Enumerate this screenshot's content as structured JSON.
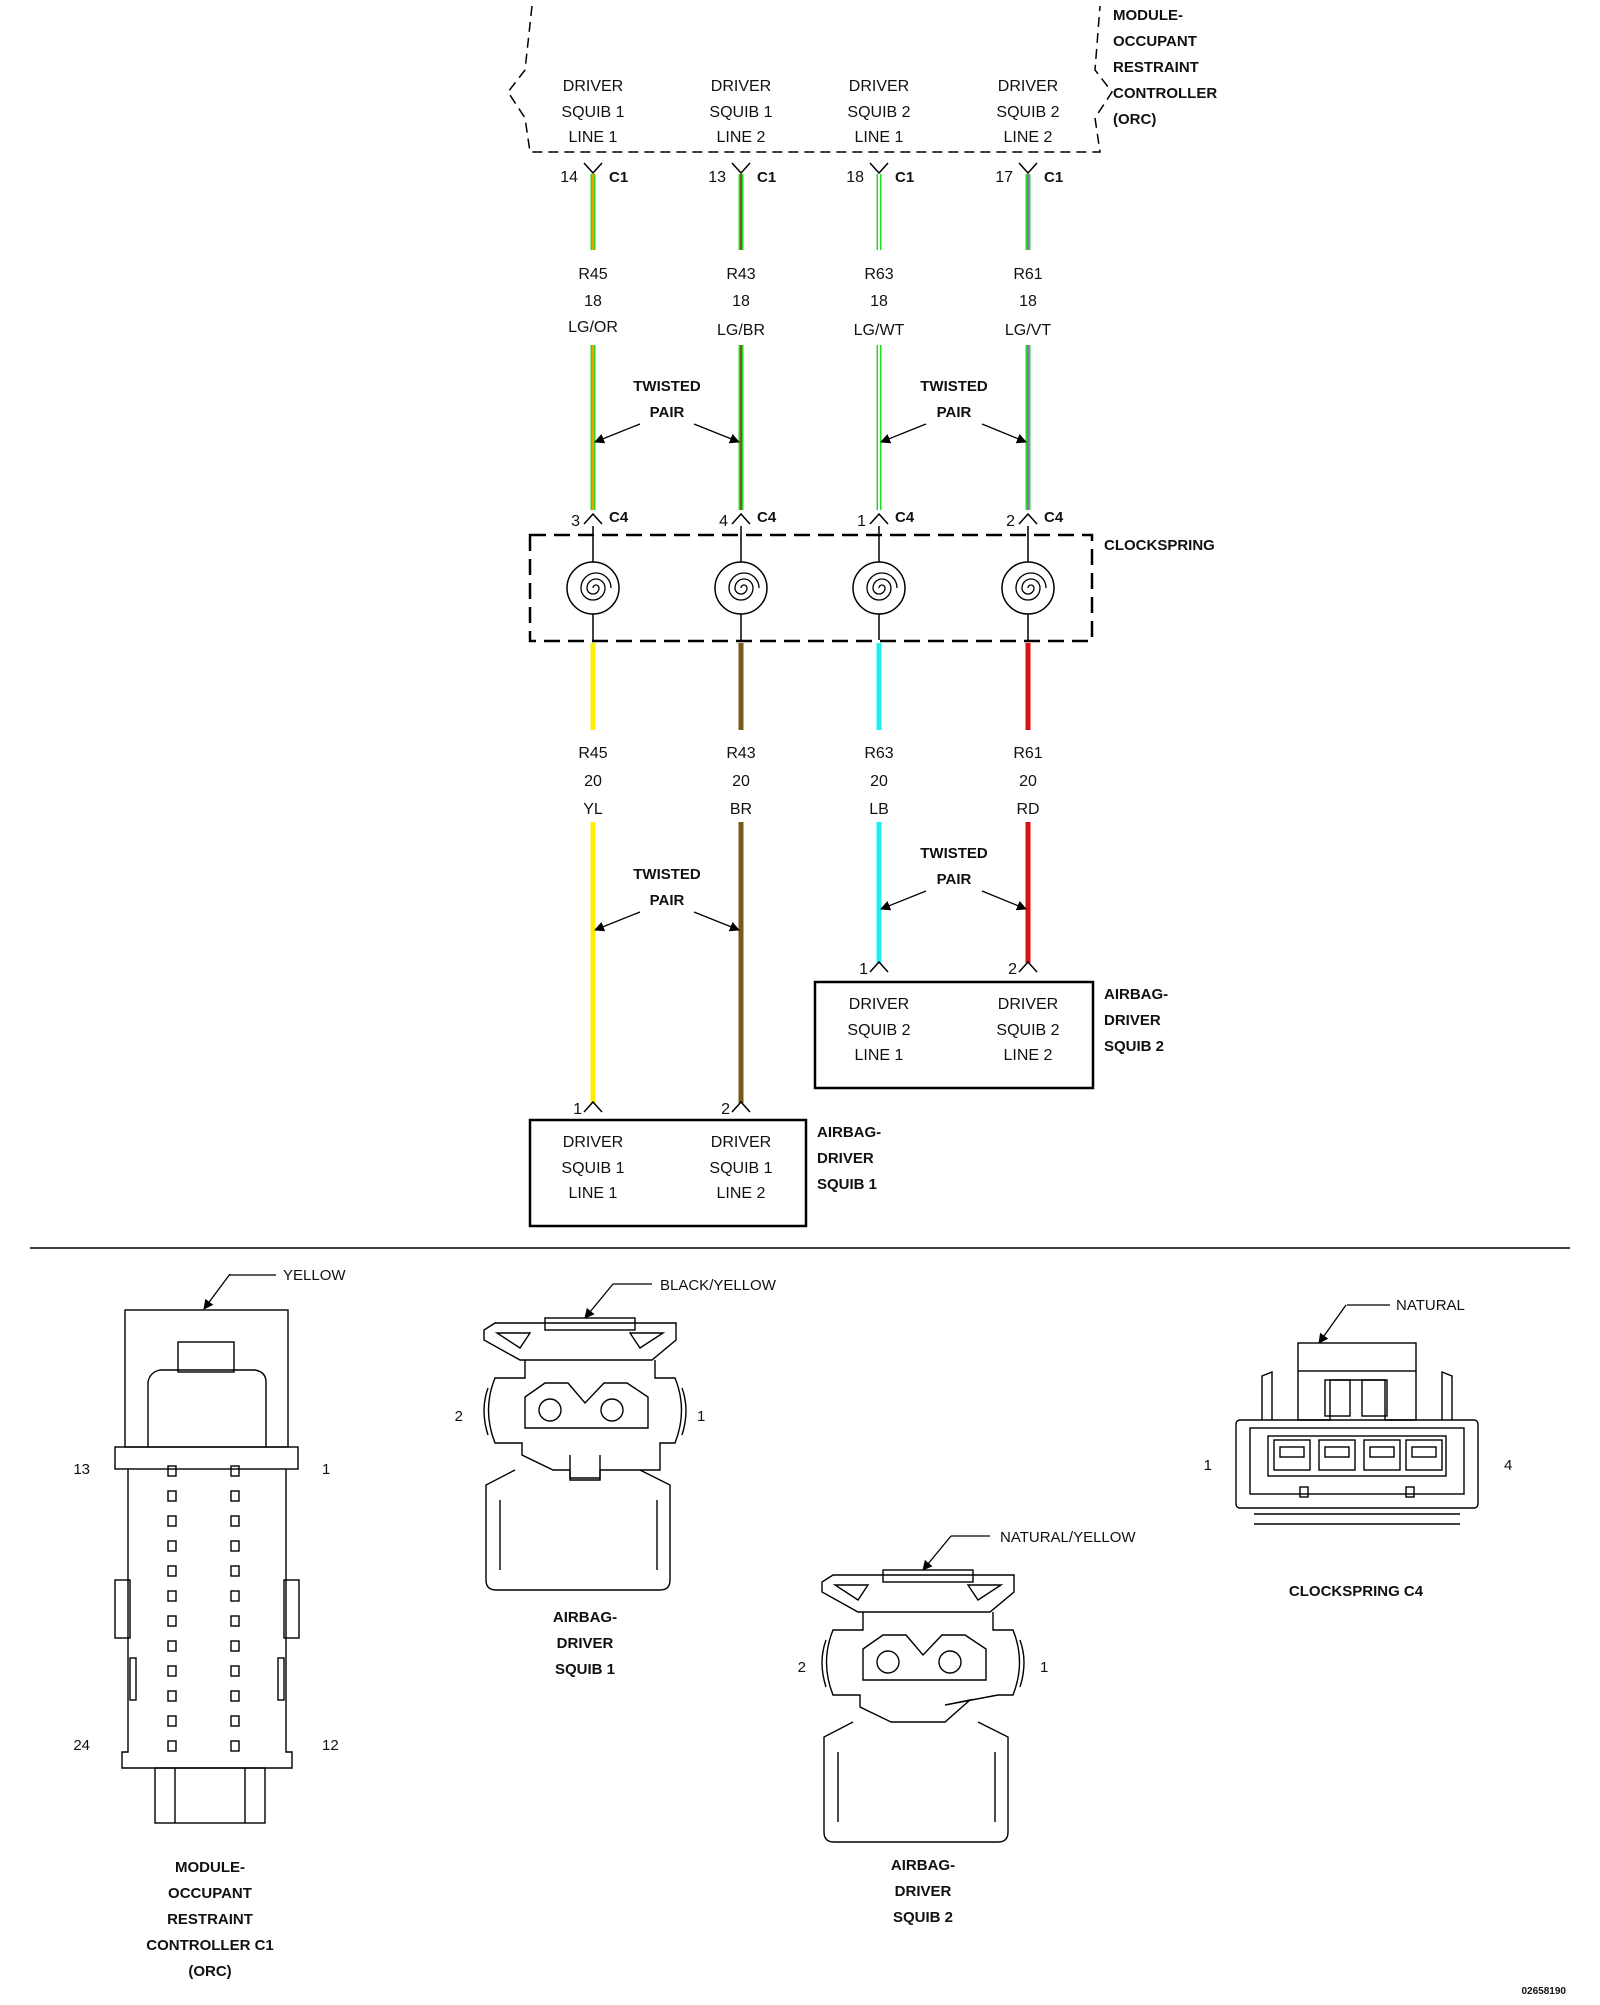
{
  "orc": {
    "title_lines": [
      "MODULE-",
      "OCCUPANT",
      "RESTRAINT",
      "CONTROLLER",
      "(ORC)"
    ],
    "outputs": [
      [
        "DRIVER",
        "SQUIB 1",
        "LINE 1"
      ],
      [
        "DRIVER",
        "SQUIB 1",
        "LINE 2"
      ],
      [
        "DRIVER",
        "SQUIB 2",
        "LINE 1"
      ],
      [
        "DRIVER",
        "SQUIB 2",
        "LINE 2"
      ]
    ],
    "pins": [
      "14",
      "13",
      "18",
      "17"
    ],
    "connector": "C1"
  },
  "upper_wires": [
    {
      "circuit": "R45",
      "gauge": "18",
      "color_code": "LG/OR",
      "base": "#22dd22",
      "stripe": "#ff9900"
    },
    {
      "circuit": "R43",
      "gauge": "18",
      "color_code": "LG/BR",
      "base": "#22dd22",
      "stripe": "#7a5a1a"
    },
    {
      "circuit": "R63",
      "gauge": "18",
      "color_code": "LG/WT",
      "base": "#22dd22",
      "stripe": "#ffffff"
    },
    {
      "circuit": "R61",
      "gauge": "18",
      "color_code": "LG/VT",
      "base": "#22dd22",
      "stripe": "#9966cc"
    }
  ],
  "twisted_pair_lines": [
    "TWISTED",
    "PAIR"
  ],
  "clockspring": {
    "label": "CLOCKSPRING",
    "pins": [
      "3",
      "4",
      "1",
      "2"
    ],
    "connector": "C4"
  },
  "lower_wires": [
    {
      "circuit": "R45",
      "gauge": "20",
      "color_code": "YL",
      "base": "#ffee00"
    },
    {
      "circuit": "R43",
      "gauge": "20",
      "color_code": "BR",
      "base": "#7a5a1a"
    },
    {
      "circuit": "R63",
      "gauge": "20",
      "color_code": "LB",
      "base": "#22eeee"
    },
    {
      "circuit": "R61",
      "gauge": "20",
      "color_code": "RD",
      "base": "#dd1111"
    }
  ],
  "squib1": {
    "pins": [
      "1",
      "2"
    ],
    "cells": [
      [
        "DRIVER",
        "SQUIB 1",
        "LINE 1"
      ],
      [
        "DRIVER",
        "SQUIB 1",
        "LINE 2"
      ]
    ],
    "title_lines": [
      "AIRBAG-",
      "DRIVER",
      "SQUIB 1"
    ]
  },
  "squib2": {
    "pins": [
      "1",
      "2"
    ],
    "cells": [
      [
        "DRIVER",
        "SQUIB 2",
        "LINE 1"
      ],
      [
        "DRIVER",
        "SQUIB 2",
        "LINE 2"
      ]
    ],
    "title_lines": [
      "AIRBAG-",
      "DRIVER",
      "SQUIB 2"
    ]
  },
  "connector_views": {
    "orc_c1": {
      "color": "YELLOW",
      "pins": {
        "top_left": "13",
        "top_right": "1",
        "bottom_left": "24",
        "bottom_right": "12"
      },
      "caption_lines": [
        "MODULE-",
        "OCCUPANT",
        "RESTRAINT",
        "CONTROLLER C1",
        "(ORC)"
      ]
    },
    "squib1_view": {
      "color": "BLACK/YELLOW",
      "pins": {
        "left": "2",
        "right": "1"
      },
      "caption_lines": [
        "AIRBAG-",
        "DRIVER",
        "SQUIB 1"
      ]
    },
    "squib2_view": {
      "color": "NATURAL/YELLOW",
      "pins": {
        "left": "2",
        "right": "1"
      },
      "caption_lines": [
        "AIRBAG-",
        "DRIVER",
        "SQUIB 2"
      ]
    },
    "clockspring_c4": {
      "color": "NATURAL",
      "pins": {
        "left": "1",
        "right": "4"
      },
      "caption": "CLOCKSPRING C4"
    }
  },
  "figure_id": "02658190"
}
